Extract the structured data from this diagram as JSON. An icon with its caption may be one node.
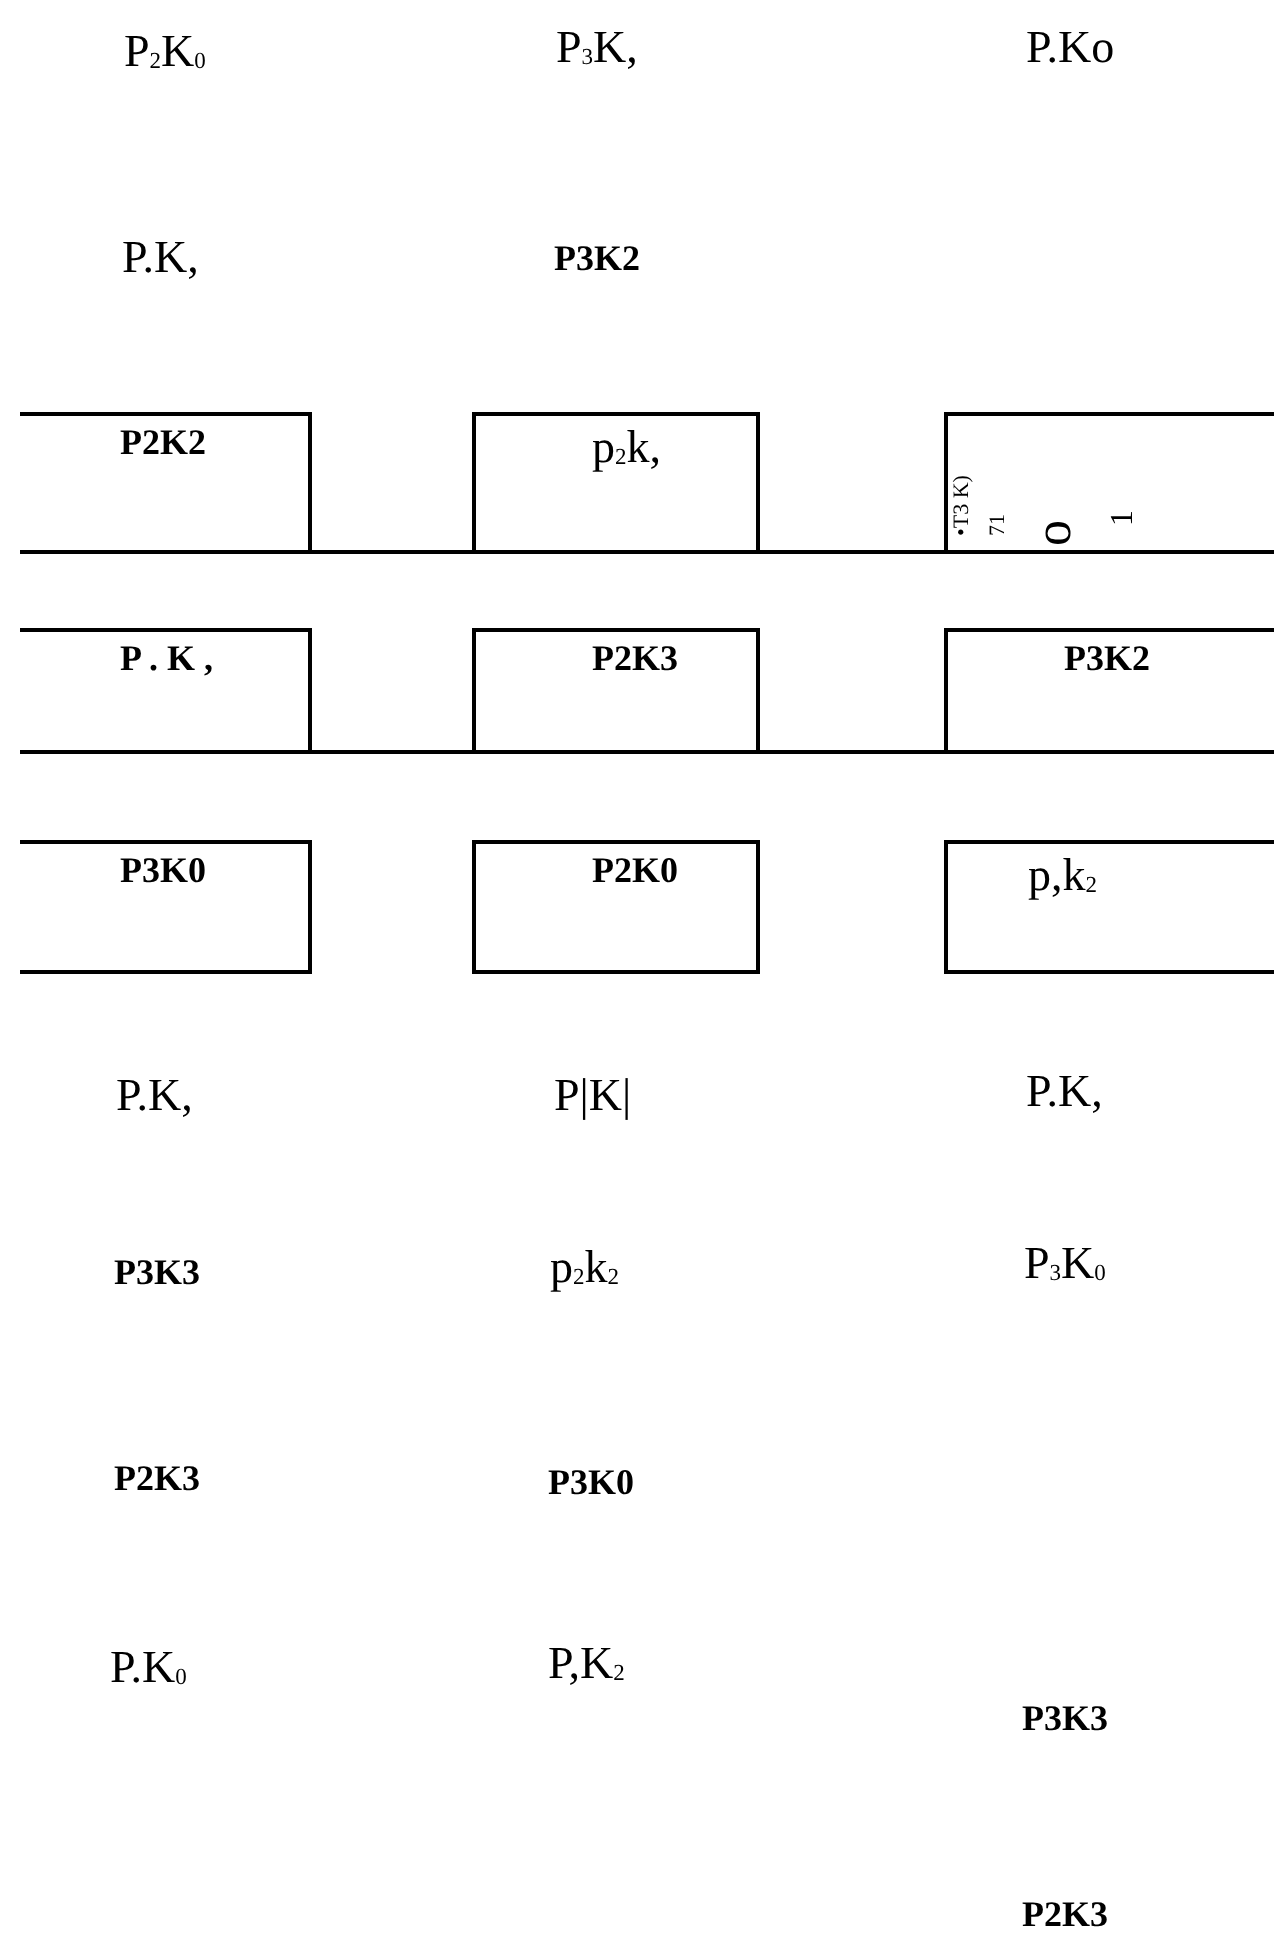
{
  "diagram": {
    "nodes": [
      {
        "text": [
          "P2K2"
        ]
      },
      {
        "text": [
          "p$_{2}$k,"
        ]
      },
      {
        "text": [
          "•T3 K)",
          "71",
          "o",
          "1"
        ]
      },
      {
        "text": [
          "P . K ,"
        ]
      },
      {
        "text": [
          "P2K3"
        ]
      },
      {
        "text": [
          "P3K2"
        ]
      },
      {
        "text": [
          "P3K0"
        ]
      },
      {
        "text": [
          "P2K0"
        ]
      },
      {
        "text": [
          "p,k$_{2}$"
        ]
      }
    ],
    "labels": [
      "P$_{2}$K$_{0}$",
      "P$_{3}$K,",
      "P.Ko",
      "P.K,",
      "P3K2",
      "P.K,",
      "P|K|",
      "P.K,",
      "P3K3",
      "p$_{2}$k$_{2}$",
      "P$_{3}$K$_{0}$",
      "P2K3",
      "P3K0",
      "P.K$_{0}$",
      "P,K$_{2}$",
      "P3K3",
      "P2K3"
    ]
  }
}
